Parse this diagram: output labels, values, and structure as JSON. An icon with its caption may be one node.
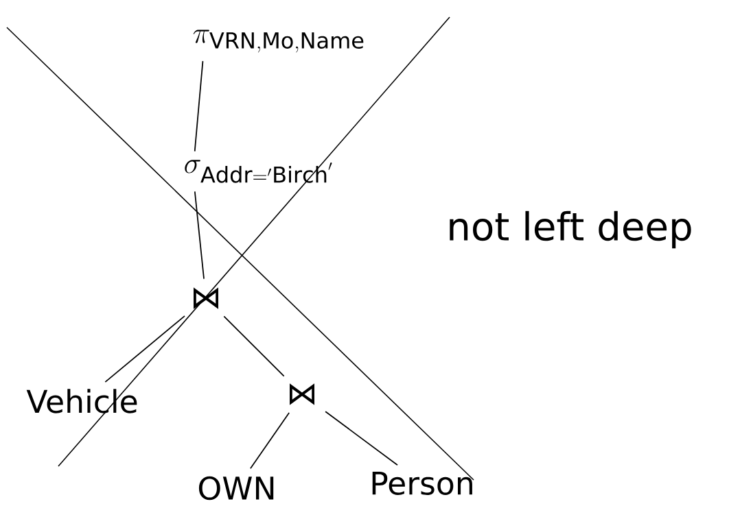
{
  "diagram": {
    "nodes": [
      {
        "text": [
          "\\pi_{\\mathrm{VRN, Mo, Name}}"
        ]
      },
      {
        "text": [
          "\\sigma_{\\mathrm{Addr = 'Birch'}}"
        ]
      },
      {
        "text": [
          "⋈"
        ]
      },
      {
        "text": [
          "Vehicle"
        ]
      },
      {
        "text": [
          "⋈"
        ]
      },
      {
        "text": [
          "OWN"
        ]
      },
      {
        "text": [
          "Person"
        ]
      }
    ],
    "edges": [
      {
        "from": 0,
        "to": 1,
        "arrow": "none"
      },
      {
        "from": 1,
        "to": 2,
        "arrow": "none"
      },
      {
        "from": 2,
        "to": 3,
        "arrow": "none"
      },
      {
        "from": 2,
        "to": 4,
        "arrow": "none"
      },
      {
        "from": 4,
        "to": 5,
        "arrow": "none"
      },
      {
        "from": 4,
        "to": 6,
        "arrow": "none"
      }
    ],
    "labels": [
      "not left deep"
    ]
  }
}
